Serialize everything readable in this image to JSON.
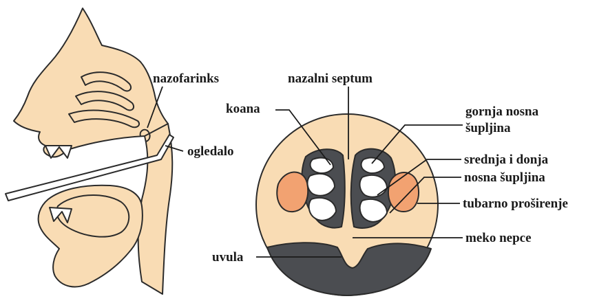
{
  "labels": {
    "nazofarinks": "nazofarinks",
    "ogledalo": "ogledalo",
    "nazalni_septum": "nazalni septum",
    "koana": "koana",
    "gornja_line1": "gornja nosna",
    "gornja_line2": "šupljina",
    "srednja_line1": "srednja i donja",
    "srednja_line2": "nosna šupljina",
    "tubarno": "tubarno proširenje",
    "meko_nepce": "meko nepce",
    "uvula": "uvula"
  },
  "colors": {
    "skin": "#f9dcb4",
    "skin_dark": "#e9b98b",
    "outline": "#2b2b2b",
    "dark_tissue": "#4b4d51",
    "tube_orange": "#f2a271",
    "mirror": "#ffffff"
  }
}
